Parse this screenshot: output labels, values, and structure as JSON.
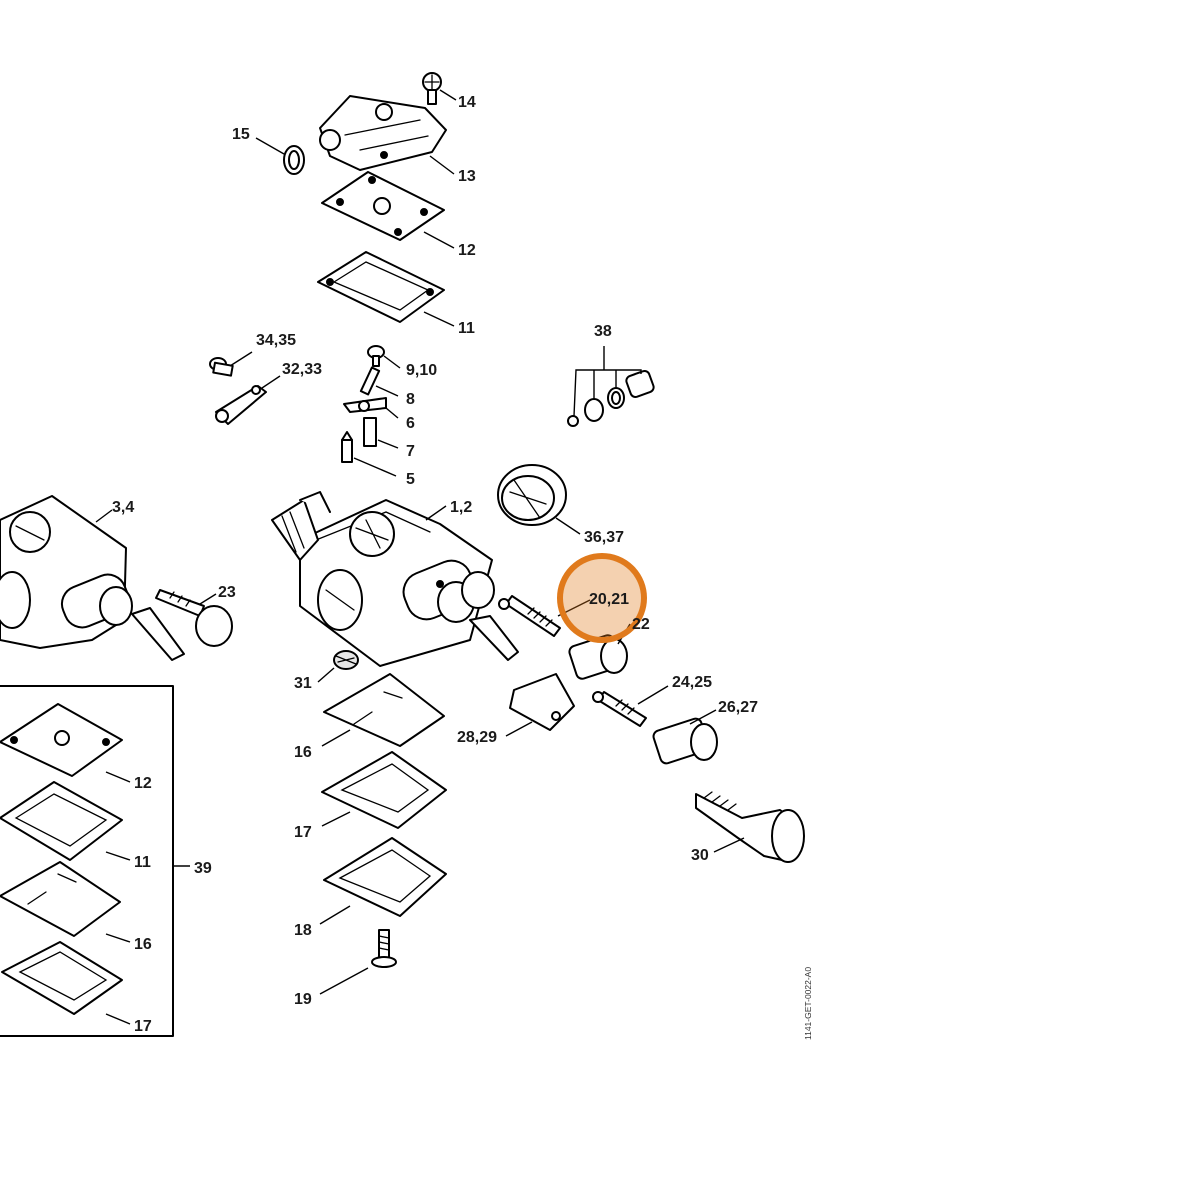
{
  "diagram": {
    "drawing_code": "1141-GET-0022-A0",
    "highlight": {
      "label": "20,21",
      "color": "#E07A1C"
    },
    "labels": [
      "14",
      "15",
      "13",
      "12",
      "11",
      "34,35",
      "32,33",
      "9,10",
      "8",
      "6",
      "7",
      "5",
      "38",
      "36,37",
      "3,4",
      "1,2",
      "23",
      "20,21",
      "22",
      "31",
      "24,25",
      "26,27",
      "28,29",
      "16",
      "17",
      "18",
      "19",
      "30",
      "12",
      "11",
      "39",
      "16",
      "17"
    ]
  }
}
